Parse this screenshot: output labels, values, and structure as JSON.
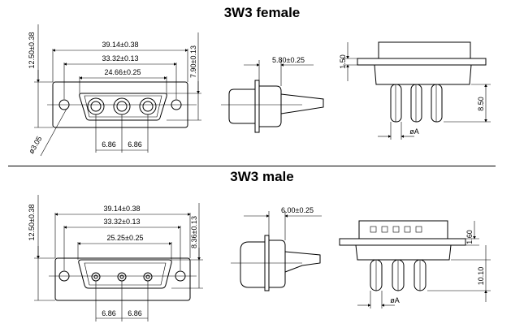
{
  "female": {
    "title": "3W3 female",
    "dim_overall": "39.14±0.38",
    "dim_mount": "33.32±0.13",
    "dim_shell": "24.66±0.25",
    "dim_height": "12.50±0.38",
    "dim_shell_height": "7.90±0.13",
    "dim_hole": "ø3.05",
    "dim_pitch_left": "6.86",
    "dim_pitch_right": "6.86",
    "dim_depth": "5.80±0.25",
    "dim_flange": "1.50",
    "dim_pin_length": "8.50",
    "dim_pin_dia": "øA"
  },
  "male": {
    "title": "3W3 male",
    "dim_overall": "39.14±0.38",
    "dim_mount": "33.32±0.13",
    "dim_shell": "25.25±0.25",
    "dim_height": "12.50±0.38",
    "dim_shell_height": "8.36±0.13",
    "dim_pitch_left": "6.86",
    "dim_pitch_right": "6.86",
    "dim_depth": "6.00±0.25",
    "dim_flange": "1.60",
    "dim_pin_length": "10.10",
    "dim_pin_dia": "øA"
  }
}
